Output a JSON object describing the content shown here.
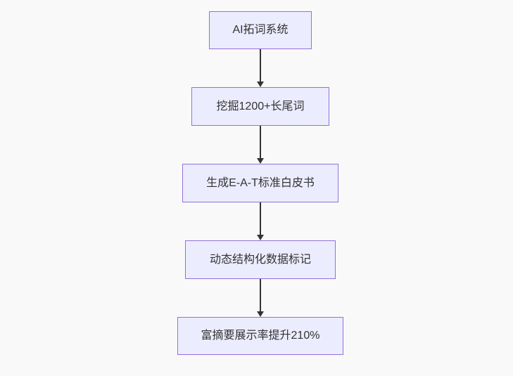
{
  "diagram": {
    "type": "flowchart",
    "direction": "top-down",
    "colors": {
      "background": "#f9f9f9",
      "node_fill": "#ECECFF",
      "node_border": "#9370DB",
      "edge": "#333333",
      "text": "#333333"
    },
    "nodes": [
      {
        "id": "n1",
        "label": "AI拓词系统"
      },
      {
        "id": "n2",
        "label": "挖掘1200+长尾词"
      },
      {
        "id": "n3",
        "label": "生成E-A-T标准白皮书"
      },
      {
        "id": "n4",
        "label": "动态结构化数据标记"
      },
      {
        "id": "n5",
        "label": "富摘要展示率提升210%"
      }
    ],
    "edges": [
      {
        "from": "n1",
        "to": "n2"
      },
      {
        "from": "n2",
        "to": "n3"
      },
      {
        "from": "n3",
        "to": "n4"
      },
      {
        "from": "n4",
        "to": "n5"
      }
    ]
  }
}
